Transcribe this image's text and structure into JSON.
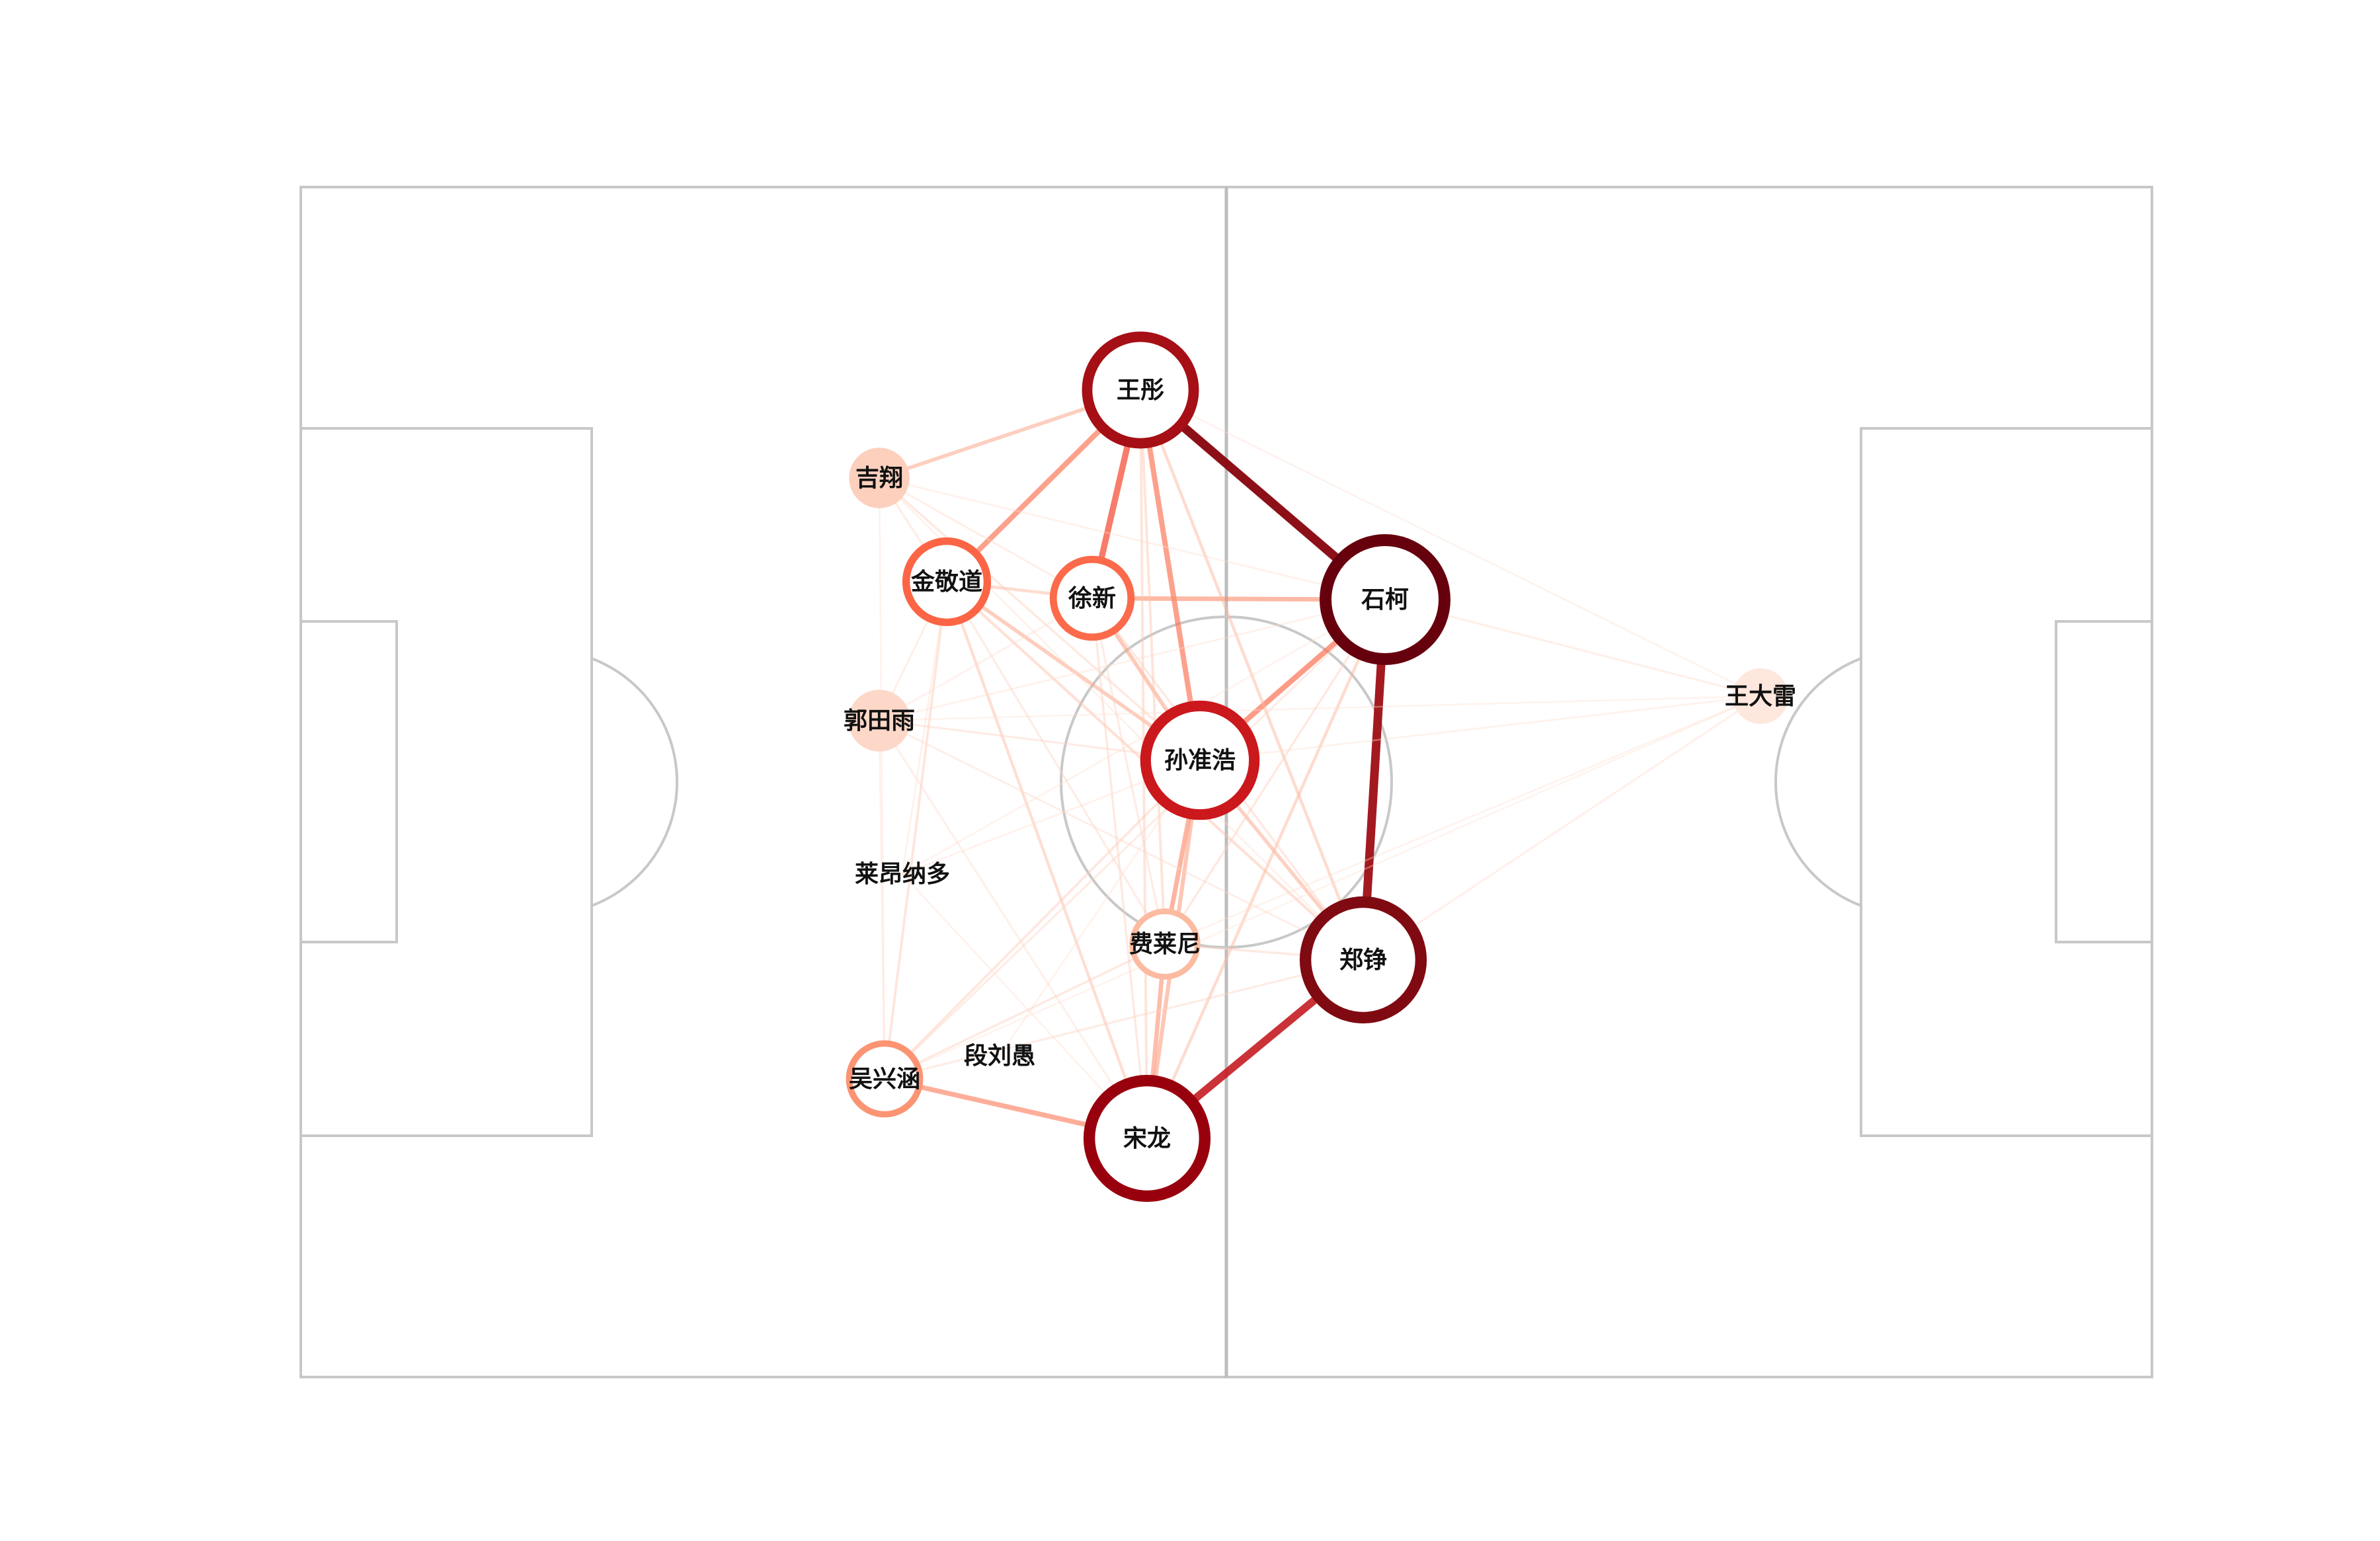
{
  "players": [
    {
      "id": "wangtong",
      "name": "王彤",
      "size": 0.82,
      "color": "#a50f15"
    },
    {
      "id": "jixiang",
      "name": "吉翔",
      "size": 0.08,
      "color": "#fcd0bd"
    },
    {
      "id": "jinjingdao",
      "name": "金敬道",
      "size": 0.45,
      "color": "#fb6546"
    },
    {
      "id": "xuxin",
      "name": "徐新",
      "size": 0.4,
      "color": "#fb6a4a"
    },
    {
      "id": "shike",
      "name": "石柯",
      "size": 1.0,
      "color": "#67000d"
    },
    {
      "id": "wangdalei",
      "name": "王大雷",
      "size": 0.02,
      "color": "#fee7dc"
    },
    {
      "id": "guotianyu",
      "name": "郭田雨",
      "size": 0.1,
      "color": "#fdd8c9"
    },
    {
      "id": "sunzhunhao",
      "name": "孙准浩",
      "size": 0.85,
      "color": "#cb181d"
    },
    {
      "id": "leonardo",
      "name": "莱昂纳多",
      "size": 0.0,
      "color": "#fff5f0"
    },
    {
      "id": "feilaini",
      "name": "费莱尼",
      "size": 0.22,
      "color": "#fcbba1"
    },
    {
      "id": "zhengzheng",
      "name": "郑铮",
      "size": 0.95,
      "color": "#7f0a12"
    },
    {
      "id": "wuxinghan",
      "name": "吴兴涵",
      "size": 0.3,
      "color": "#fc9473"
    },
    {
      "id": "duanliuyu",
      "name": "段刘愚",
      "size": 0.0,
      "color": "#fff5f0"
    },
    {
      "id": "songlong",
      "name": "宋龙",
      "size": 0.95,
      "color": "#99000d"
    }
  ],
  "colors": {
    "pitch_line": "#c8c8c8",
    "node_fill": "#ffffff",
    "label": "#111111"
  }
}
